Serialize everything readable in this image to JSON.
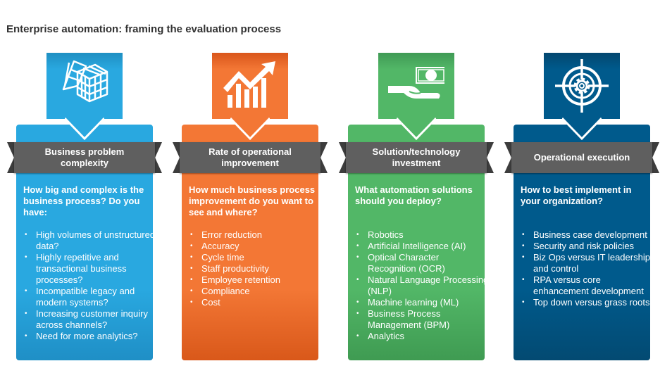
{
  "title": "Enterprise automation: framing the evaluation process",
  "columns": [
    {
      "heading": "Business problem complexity",
      "icon": "cube-icon",
      "color": "#29a8e0",
      "question": "How big and complex is the business process? Do you have:",
      "items": [
        "High volumes of unstructured data?",
        "Highly repetitive and transactional business processes?",
        "Incompatible legacy and modern systems?",
        "Increasing customer inquiry across channels?",
        "Need for more analytics?"
      ]
    },
    {
      "heading": "Rate of operational improvement",
      "icon": "growth-chart-icon",
      "color": "#f37735",
      "question": "How much business process improvement do you want to see and where?",
      "items": [
        "Error reduction",
        "Accuracy",
        "Cycle time",
        "Staff productivity",
        "Employee retention",
        "Compliance",
        "Cost"
      ]
    },
    {
      "heading": "Solution/technology investment",
      "icon": "hand-money-icon",
      "color": "#52b767",
      "question": "What automation solutions should you deploy?",
      "items": [
        "Robotics",
        "Artificial Intelligence (AI)",
        "Optical Character Recognition (OCR)",
        "Natural Language Processing (NLP)",
        "Machine learning (ML)",
        "Business Process Management (BPM)",
        "Analytics"
      ]
    },
    {
      "heading": "Operational execution",
      "icon": "target-gear-icon",
      "color": "#005a8c",
      "question": "How to best implement in your organization?",
      "items": [
        "Business case development",
        "Security and risk policies",
        "Biz Ops versus IT leadership and control",
        "RPA versus core enhancement development",
        "Top down versus grass roots"
      ]
    }
  ]
}
